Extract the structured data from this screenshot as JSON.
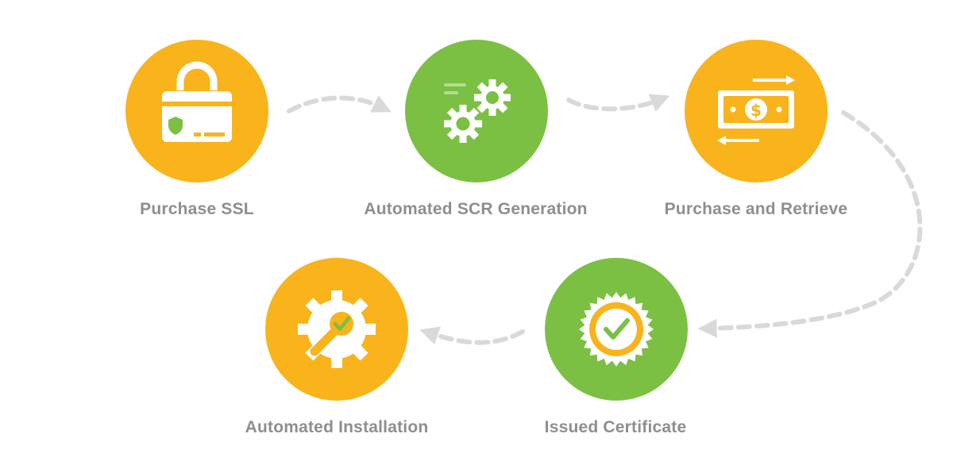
{
  "colors": {
    "orange": "#F9B31B",
    "green": "#7BC043",
    "arrow": "#D9D9D9",
    "label": "#8E8E8E"
  },
  "steps": [
    {
      "label": "Purchase SSL",
      "icon": "padlock-card-icon",
      "color": "orange"
    },
    {
      "label": "Automated SCR Generation",
      "icon": "gears-icon",
      "color": "green"
    },
    {
      "label": "Purchase and Retrieve",
      "icon": "money-exchange-icon",
      "color": "orange"
    },
    {
      "label": "Automated Installation",
      "icon": "gear-wrench-check-icon",
      "color": "orange"
    },
    {
      "label": "Issued Certificate",
      "icon": "certificate-badge-icon",
      "color": "green"
    }
  ],
  "flow": [
    "Purchase SSL",
    "Automated SCR Generation",
    "Purchase and Retrieve",
    "Issued Certificate",
    "Automated Installation"
  ]
}
